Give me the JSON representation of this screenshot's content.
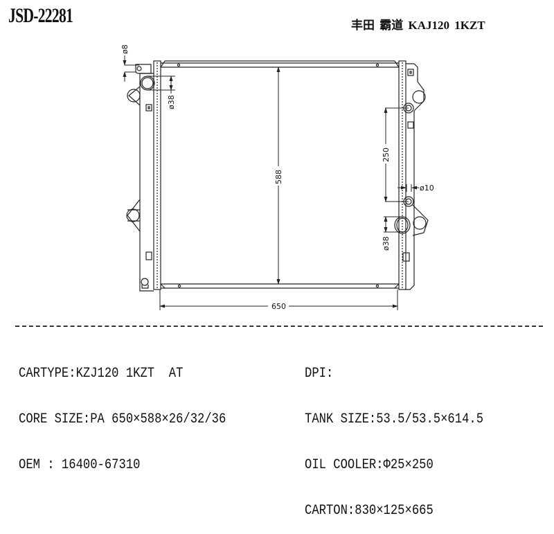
{
  "header": {
    "part_number": "JSD-22281",
    "model_title": "丰田 霸道 KAJ120 1KZT"
  },
  "drawing": {
    "type": "radiator technical drawing",
    "dimensions": {
      "core_width": "650",
      "core_height": "588",
      "outlet_spacing": "250",
      "inlet_diameter": "ø38",
      "outlet_diameter": "ø38",
      "oil_fitting_diameter": "ø10",
      "drain_diameter": "ø8"
    }
  },
  "specs": {
    "left": [
      {
        "label": "CARTYPE",
        "value": "KZJ120 1KZT  AT",
        "text": "CARTYPE:KZJ120 1KZT  AT"
      },
      {
        "label": "CORE SIZE",
        "value": "PA 650×588×26/32/36",
        "text": "CORE SIZE:PA 650×588×26/32/36"
      },
      {
        "label": "OEM",
        "value": "16400-67310",
        "text": "OEM : 16400-67310"
      }
    ],
    "right": [
      {
        "label": "DPI",
        "value": "",
        "text": "DPI:"
      },
      {
        "label": "TANK SIZE",
        "value": "53.5/53.5×614.5",
        "text": "TANK SIZE:53.5/53.5×614.5"
      },
      {
        "label": "OIL COOLER",
        "value": "Φ25×250",
        "text": "OIL COOLER:Φ25×250"
      },
      {
        "label": "CARTON",
        "value": "830×125×665",
        "text": "CARTON:830×125×665"
      }
    ]
  },
  "colors": {
    "line": "#222222",
    "background": "#ffffff"
  }
}
